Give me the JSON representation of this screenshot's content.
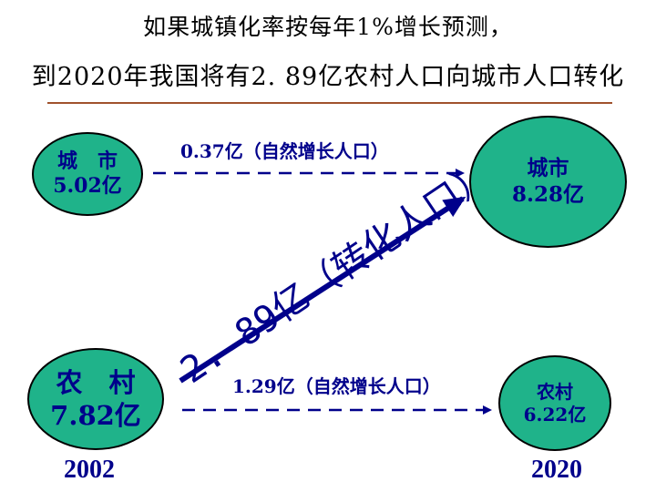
{
  "title_line1": "如果城镇化率按每年1%增长预测，",
  "title_line2": "到2020年我国将有2. 89亿农村人口向城市人口转化",
  "nodes": {
    "city_2002": {
      "label": "城　市",
      "value": "5.02亿"
    },
    "rural_2002": {
      "label": "农　村",
      "value": "7.82亿"
    },
    "city_2020": {
      "label": "城市",
      "value": "8.28亿"
    },
    "rural_2020": {
      "label": "农村",
      "value": "6.22亿"
    }
  },
  "flows": {
    "city_natural": "0.37亿（自然增长人口）",
    "rural_natural": "1.29亿（自然增长人口）",
    "transfer": "2. 89亿（转化人口）"
  },
  "years": {
    "start": "2002",
    "end": "2020"
  },
  "colors": {
    "node_fill": "#1fb38a",
    "node_text": "#00008b",
    "arrow": "#00008b",
    "rule": "#a0522d"
  }
}
